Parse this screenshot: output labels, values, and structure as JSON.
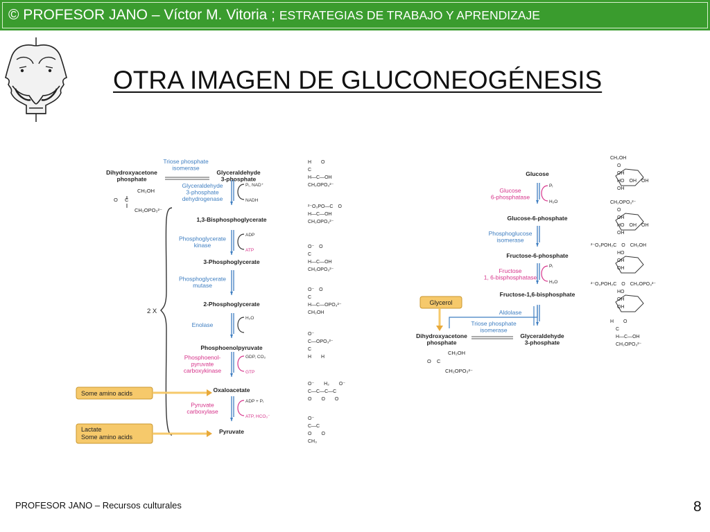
{
  "header": {
    "main": "© PROFESOR JANO – Víctor M. Vitoria ; ",
    "sub": "ESTRATEGIAS DE TRABAJO Y APRENDIZAJE"
  },
  "title": "OTRA IMAGEN DE GLUCONEOGÉNESIS",
  "footer": "PROFESOR JANO – Recursos culturales",
  "page_number": "8",
  "colors": {
    "header_bg": "#3a9c2e",
    "enzyme_blue": "#3e7ec1",
    "enzyme_pink": "#d6338a",
    "feeder_fill": "#f6c96b"
  },
  "pathway_left": {
    "top_left_compound": [
      "Dihydroxyacetone",
      "phosphate"
    ],
    "top_enzyme": [
      "Triose phosphate",
      "isomerase"
    ],
    "top_right_compound": [
      "Glyceraldehyde",
      "3-phosphate"
    ],
    "dhap_formula": [
      "CH₂OH",
      "C",
      "O",
      "CH₂OPO₃²⁻"
    ],
    "multiplier": "2 X",
    "steps": [
      {
        "enzyme": [
          "Glyceraldehyde",
          "3-phosphate",
          "dehydrogenase"
        ],
        "cofactors": [
          "Pᵢ, NAD⁺",
          "NADH"
        ]
      },
      {
        "product": "1,3-Bisphosphoglycerate"
      },
      {
        "enzyme": [
          "Phosphoglycerate",
          "kinase"
        ],
        "cofactors": [
          "ADP",
          "ATP"
        ]
      },
      {
        "product": "3-Phosphoglycerate"
      },
      {
        "enzyme": [
          "Phosphoglycerate",
          "mutase"
        ],
        "cofactors": []
      },
      {
        "product": "2-Phosphoglycerate"
      },
      {
        "enzyme": [
          "Enolase"
        ],
        "cofactors": [
          "H₂O"
        ]
      },
      {
        "product": "Phosphoenolpyruvate"
      },
      {
        "enzyme": [
          "Phosphoenol-",
          "pyruvate",
          "carboxykinase"
        ],
        "cofactors": [
          "GDP, CO₂",
          "GTP"
        ]
      },
      {
        "product": "Oxaloacetate"
      },
      {
        "enzyme": [
          "Pyruvate",
          "carboxylase"
        ],
        "cofactors": [
          "ADP + Pᵢ",
          "ATP, HCO₃⁻"
        ]
      },
      {
        "product": "Pyruvate"
      }
    ],
    "feeders": [
      {
        "label": [
          "Some amino acids"
        ]
      },
      {
        "label": [
          "Lactate",
          "Some amino acids"
        ]
      }
    ]
  },
  "structures_left": [
    [
      "H  O",
      "C",
      "H—C—OH",
      "CH₂OPO₃²⁻"
    ],
    [
      "²⁻O₃PO—C O",
      "H—C—OH",
      "CH₂OPO₃²⁻"
    ],
    [
      "O⁻ O",
      "C",
      "H—C—OH",
      "CH₂OPO₃²⁻"
    ],
    [
      "O⁻ O",
      "C",
      "H—C—OPO₃²⁻",
      "CH₂OH"
    ],
    [
      "O⁻",
      "C—OPO₃²⁻",
      "C",
      "H  H"
    ],
    [
      "O⁻  H₂  O⁻",
      "C—C—C—C",
      "O  O  O"
    ],
    [
      "O⁻",
      "C—C",
      "O  O",
      "CH₃"
    ]
  ],
  "pathway_right": {
    "steps": [
      {
        "product": "Glucose"
      },
      {
        "enzyme": [
          "Glucose",
          "6-phosphatase"
        ],
        "cofactors": [
          "Pᵢ",
          "H₂O"
        ],
        "color": "pink"
      },
      {
        "product": "Glucose-6-phosphate"
      },
      {
        "enzyme": [
          "Phosphoglucose",
          "isomerase"
        ],
        "cofactors": [],
        "color": "blue"
      },
      {
        "product": "Fructose-6-phosphate"
      },
      {
        "enzyme": [
          "Fructose",
          "1, 6-bisphosphatase"
        ],
        "cofactors": [
          "Pᵢ",
          "H₂O"
        ],
        "color": "pink"
      },
      {
        "product": "Fructose-1,6-bisphosphate"
      },
      {
        "enzyme": [
          "Aldolase"
        ],
        "cofactors": [],
        "color": "blue"
      }
    ],
    "feeder": "Glycerol",
    "bottom_left_compound": [
      "Dihydroxyacetone",
      "phosphate"
    ],
    "bottom_enzyme": [
      "Triose phosphate",
      "isomerase"
    ],
    "bottom_right_compound": [
      "Glyceraldehyde",
      "3-phosphate"
    ],
    "dhap_formula": [
      "CH₂OH",
      "C",
      "O",
      "CH₂OPO₃²⁻"
    ]
  },
  "structures_right": [
    [
      "CH₂OH",
      "O",
      "OH",
      "HO OH OH",
      "OH"
    ],
    [
      "CH₂OPO₃²⁻",
      "O",
      "OH",
      "HO OH OH",
      "OH"
    ],
    [
      "²⁻O₃POH₂C O CH₂OH",
      "HO",
      "OH",
      "OH"
    ],
    [
      "²⁻O₃POH₂C O CH₂OPO₃²⁻",
      "HO",
      "OH",
      "OH"
    ],
    [
      "H  O",
      "C",
      "H—C—OH",
      "CH₂OPO₃²⁻"
    ]
  ]
}
